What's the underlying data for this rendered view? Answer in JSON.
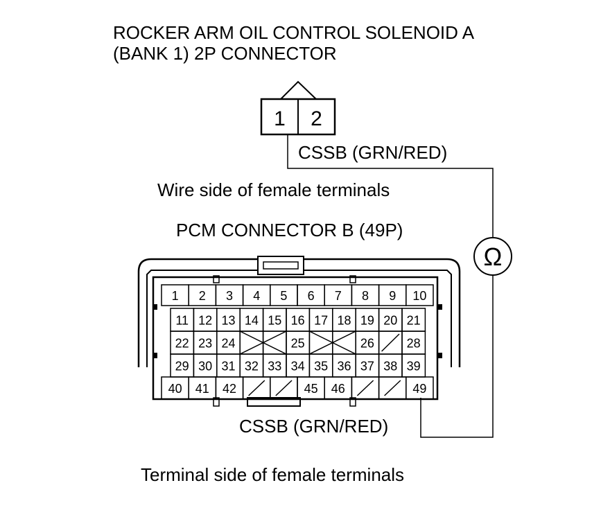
{
  "solenoid_connector": {
    "title_line1": "ROCKER ARM OIL CONTROL SOLENOID A",
    "title_line2": "(BANK 1) 2P CONNECTOR",
    "pins": [
      "1",
      "2"
    ],
    "wire_label": "CSSB (GRN/RED)",
    "view_label": "Wire side of female terminals"
  },
  "pcm_connector": {
    "title": "PCM CONNECTOR B (49P)",
    "row1": [
      "1",
      "2",
      "3",
      "4",
      "5",
      "6",
      "7",
      "8",
      "9",
      "10"
    ],
    "row2": [
      "11",
      "12",
      "13",
      "14",
      "15",
      "16",
      "17",
      "18",
      "19",
      "20",
      "21"
    ],
    "row3": [
      "22",
      "23",
      "24",
      "25",
      "26",
      "28"
    ],
    "row4": [
      "29",
      "30",
      "31",
      "32",
      "33",
      "34",
      "35",
      "36",
      "37",
      "38",
      "39"
    ],
    "row5": [
      "40",
      "41",
      "42",
      "45",
      "46",
      "49"
    ],
    "wire_label": "CSSB (GRN/RED)",
    "view_label": "Terminal side of female terminals"
  },
  "meter": {
    "symbol": "Ω"
  }
}
